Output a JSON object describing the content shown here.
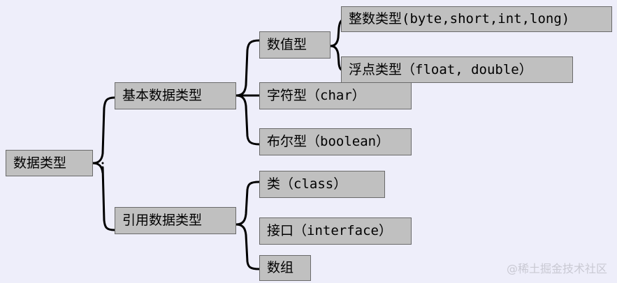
{
  "diagram": {
    "root": "数据类型",
    "basic": "基本数据类型",
    "reference": "引用数据类型",
    "numeric": "数值型",
    "integer": "整数类型(byte,short,int,long)",
    "floating": "浮点类型（float, double）",
    "char": "字符型（char）",
    "boolean": "布尔型（boolean）",
    "class": "类（class）",
    "interface": "接口（interface）",
    "array": "数组"
  },
  "watermark": "@稀土掘金技术社区",
  "colors": {
    "background": "#eeeefa",
    "node_fill": "#c0c0c0",
    "connector": "#000000"
  }
}
